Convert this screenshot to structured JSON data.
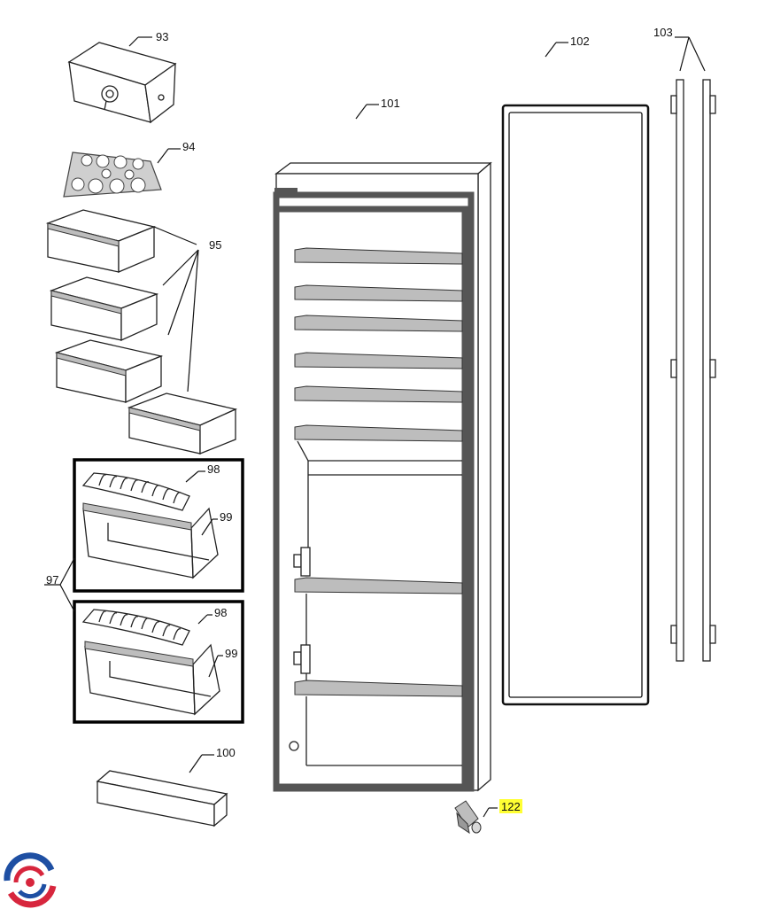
{
  "labels": {
    "p93": "93",
    "p94": "94",
    "p95": "95",
    "p97": "97",
    "p98a": "98",
    "p99a": "99",
    "p98b": "98",
    "p99b": "99",
    "p100": "100",
    "p101": "101",
    "p102": "102",
    "p103": "103",
    "p122": "122"
  },
  "colors": {
    "highlight": "#ffff33",
    "line": "#222222",
    "logo_red": "#d7263d",
    "logo_blue": "#1e4fa3"
  }
}
